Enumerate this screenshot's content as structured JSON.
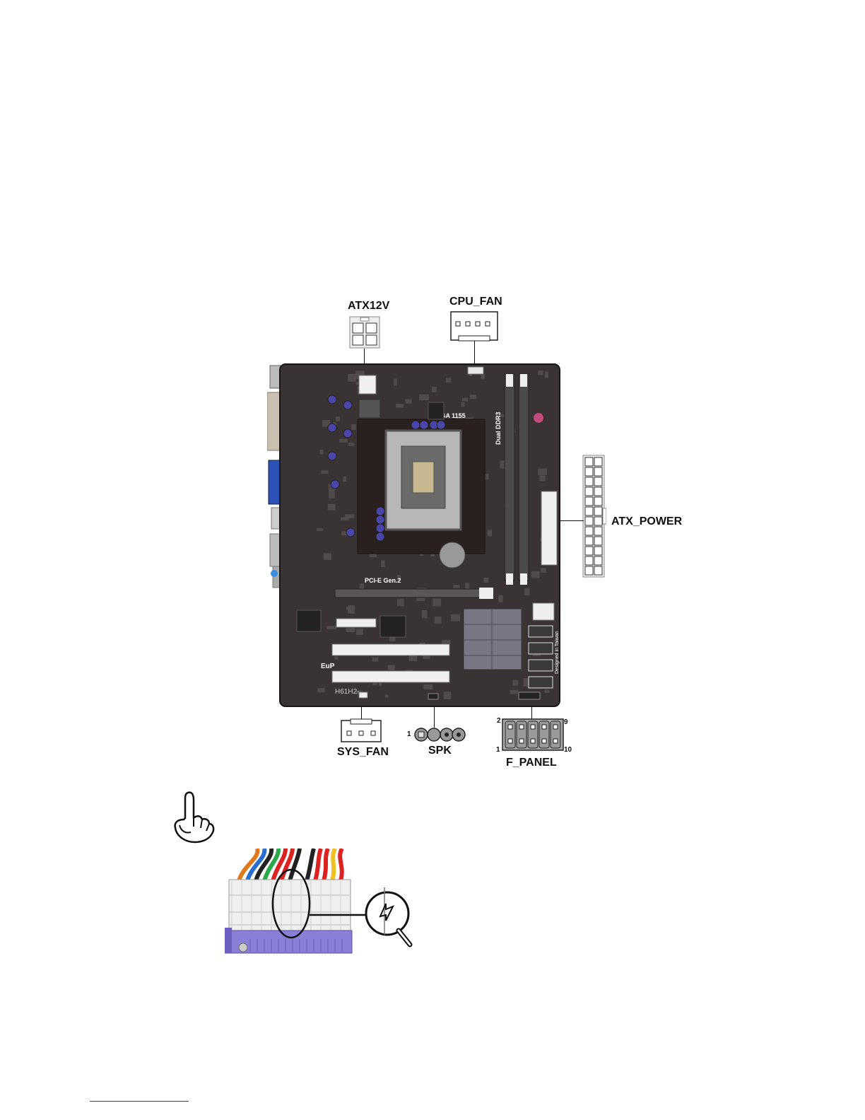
{
  "labels": {
    "atx12v": "ATX12V",
    "cpu_fan": "CPU_FAN",
    "atx_power": "ATX_POWER",
    "sys_fan": "SYS_FAN",
    "spk": "SPK",
    "f_panel": "F_PANEL"
  },
  "pins": {
    "spk_1": "1",
    "fpanel_2": "2",
    "fpanel_9": "9",
    "fpanel_1": "1",
    "fpanel_10": "10"
  },
  "board_marks": {
    "socket": "LGA 1155",
    "memory": "Dual DDR3",
    "pcie": "PCI-E Gen.2",
    "eup": "EuP",
    "model": "H61H2-",
    "taiwan": "Designed in Taiwan"
  },
  "colors": {
    "pcb": "#3a3334",
    "accent_purple": "#8a7fd6",
    "vga_blue": "#2c52b8"
  },
  "icons": {
    "note": "pointing-hand-icon",
    "zoom": "magnifier-icon"
  }
}
